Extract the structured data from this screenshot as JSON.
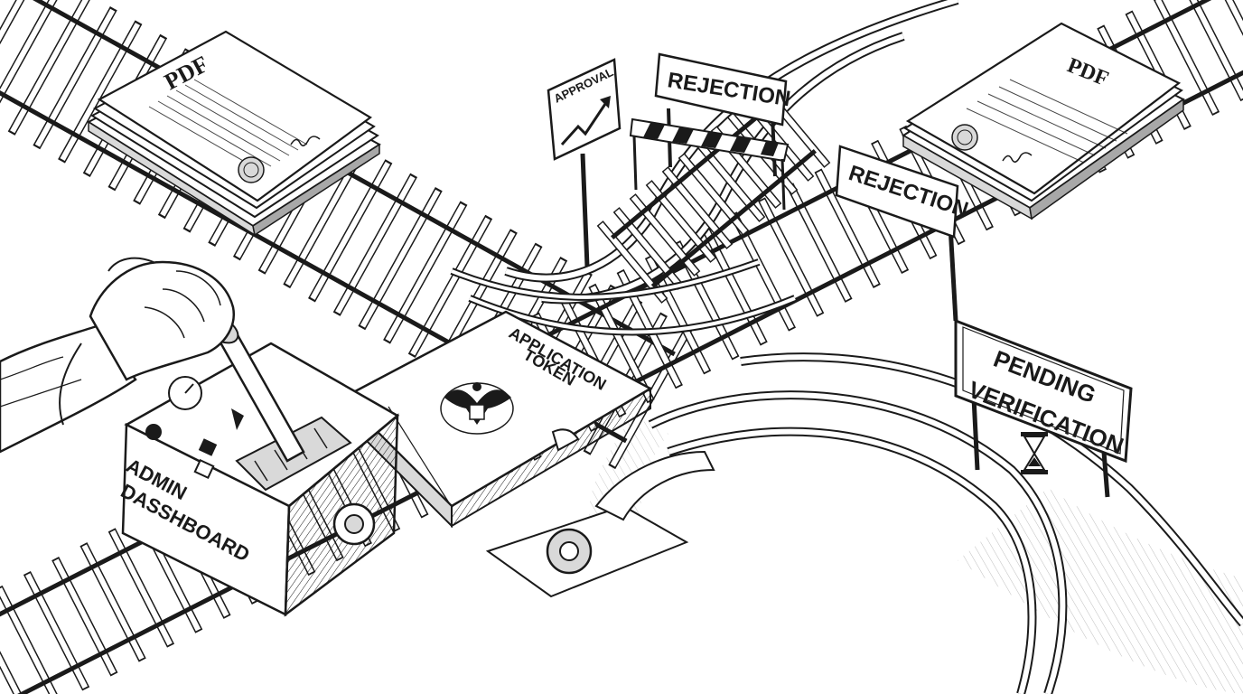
{
  "documents": {
    "left_label": "PDF",
    "right_label": "PDF"
  },
  "signs": {
    "approval": "APPROVAL",
    "rejection_top": "REJECTION",
    "rejection_right": "REJECTION",
    "pending_line1": "PENDING",
    "pending_line2": "VERIFICATION"
  },
  "token": {
    "line1": "APPLICATION",
    "line2": "TOKEN"
  },
  "control_box": {
    "line1": "ADMIN",
    "line2": "DASSHBOARD"
  },
  "colors": {
    "ink": "#1a1a1a",
    "paper": "#ffffff",
    "shade": "#d9d9d9",
    "mid": "#a8a8a8"
  }
}
